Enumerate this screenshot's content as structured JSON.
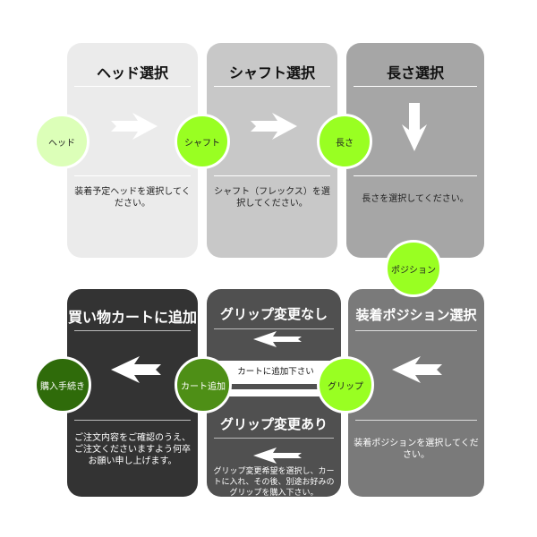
{
  "top": {
    "head": {
      "title": "ヘッド選択",
      "circle": "ヘッド",
      "desc": "装着予定ヘッドを選択してください。",
      "bg": "#ebebeb"
    },
    "shaft": {
      "title": "シャフト選択",
      "circle": "シャフト",
      "desc": "シャフト（フレックス）を選択してください。",
      "bg": "#c8c8c8"
    },
    "length": {
      "title": "長さ選択",
      "circle": "長さ",
      "desc": "長さを選択してください。",
      "bg": "#a6a6a6"
    }
  },
  "bottom": {
    "cart": {
      "title": "買い物カートに追加",
      "circle": "購入手続き",
      "desc": "ご注文内容をご確認のうえ、ご注文くださいますよう何卒お願い申し上げます。",
      "bg": "#333333"
    },
    "grip": {
      "title_none": "グリップ変更なし",
      "band_text": "カートに追加下さい",
      "circle": "カート追加",
      "title_yes": "グリップ変更あり",
      "desc": "グリップ変更希望を選択し、カートに入れ、その後、別途お好みのグリップを購入下さい。",
      "bg": "#505050"
    },
    "position": {
      "title": "装着ポジション選択",
      "circle": "グリップ",
      "desc": "装着ポジションを選択してください。",
      "bg": "#7a7a7a",
      "top_circle": "ポジション"
    }
  },
  "colors": {
    "pale_green": "#dcffb8",
    "lime": "#99ff22",
    "mid_green": "#4e8f16",
    "dark_green": "#2f6b0a"
  }
}
